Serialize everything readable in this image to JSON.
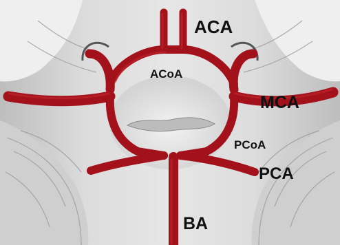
{
  "labels": {
    "aca": "ACA",
    "acoa": "ACoA",
    "mca": "MCA",
    "pcoa": "PCoA",
    "pca": "PCA",
    "ba": "BA"
  },
  "colors": {
    "vessel": "#a3111b",
    "vessel_highlight": "#c52a30",
    "vessel_shadow": "#6d0a10",
    "background": "#d9d9d9",
    "tissue_light": "#ededed",
    "tissue_dark": "#8c8c8c",
    "text": "#111111"
  }
}
